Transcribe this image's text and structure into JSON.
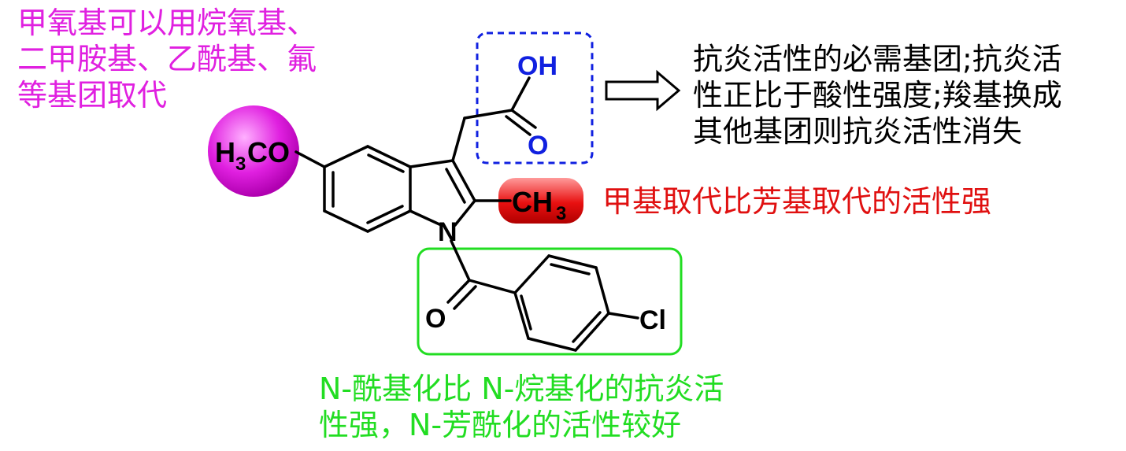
{
  "colors": {
    "methoxy": "#e020e0",
    "acid": "#1020e0",
    "methyl": "#e01010",
    "acyl": "#22dd22",
    "bond": "#000000"
  },
  "annotations": {
    "methoxy": [
      "甲氧基可以用烷氧基、",
      "二甲胺基、乙酰基、氟",
      "等基团取代"
    ],
    "acid": [
      "抗炎活性的必需基团;抗炎活",
      "性正比于酸性强度;羧基换成",
      "其他基团则抗炎活性消失"
    ],
    "methyl": "甲基取代比芳基取代的活性强",
    "acyl": [
      "N-酰基化比 N-烷基化的抗炎活",
      "性强，N-芳酰化的活性较好"
    ]
  },
  "atoms": {
    "oh": "OH",
    "o_carbonyl": "O",
    "h3co_h": "H",
    "h3co_3": "3",
    "h3co_co": "CO",
    "ch3_ch": "CH",
    "ch3_3": "3",
    "n": "N",
    "o_amide": "O",
    "cl": "Cl"
  }
}
